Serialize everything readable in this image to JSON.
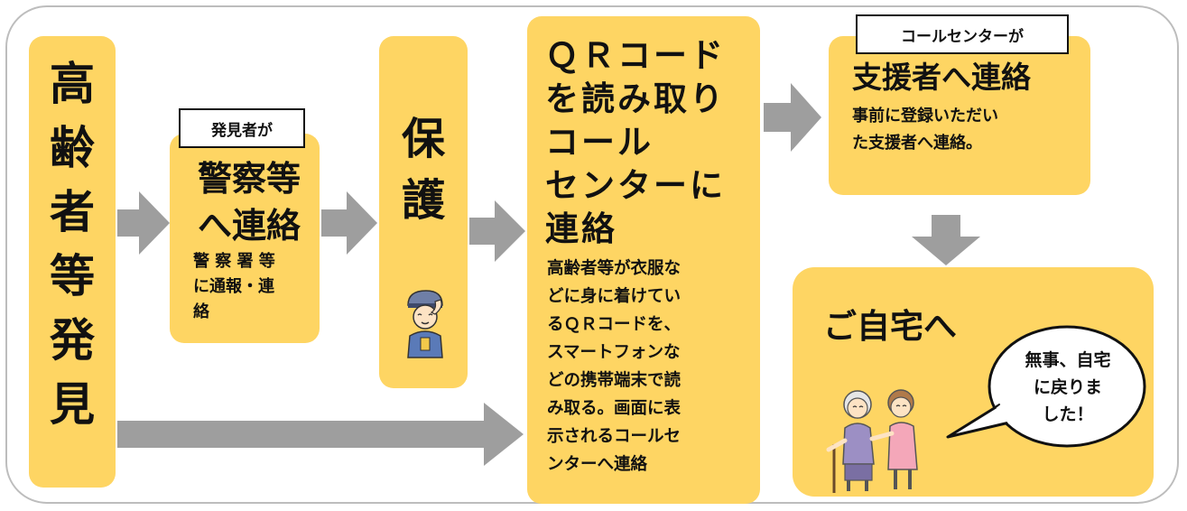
{
  "step1": {
    "title": "高\n齢\n者\n等\n発\n見"
  },
  "step2": {
    "tag": "発見者が",
    "title": "警察等\nへ連絡",
    "body": "警 察 署 等\nに通報・連\n絡"
  },
  "step3": {
    "title": "保\n護",
    "figure": "police-officer-icon"
  },
  "step4": {
    "title": "ＱＲコード\nを読み取り\nコール\nセンターに\n連絡",
    "body": "高齢者等が衣服な\nどに身に着けてい\nるＱＲコードを、\nスマートフォンな\nどの携帯端末で読\nみ取る。画面に表\n示されるコールセ\nンターへ連絡"
  },
  "step5": {
    "tag": "コールセンターが",
    "title": "支援者へ連絡",
    "body": "事前に登録いただい\nた支援者へ連絡。"
  },
  "step6": {
    "title": "ご自宅へ",
    "speech": "無事、自宅\nに戻りま\nした！",
    "figure": "elderly-and-caregiver-icon"
  },
  "colors": {
    "box": "#fed563",
    "arrow": "#9e9e9e",
    "frame": "#bdbdbd"
  }
}
